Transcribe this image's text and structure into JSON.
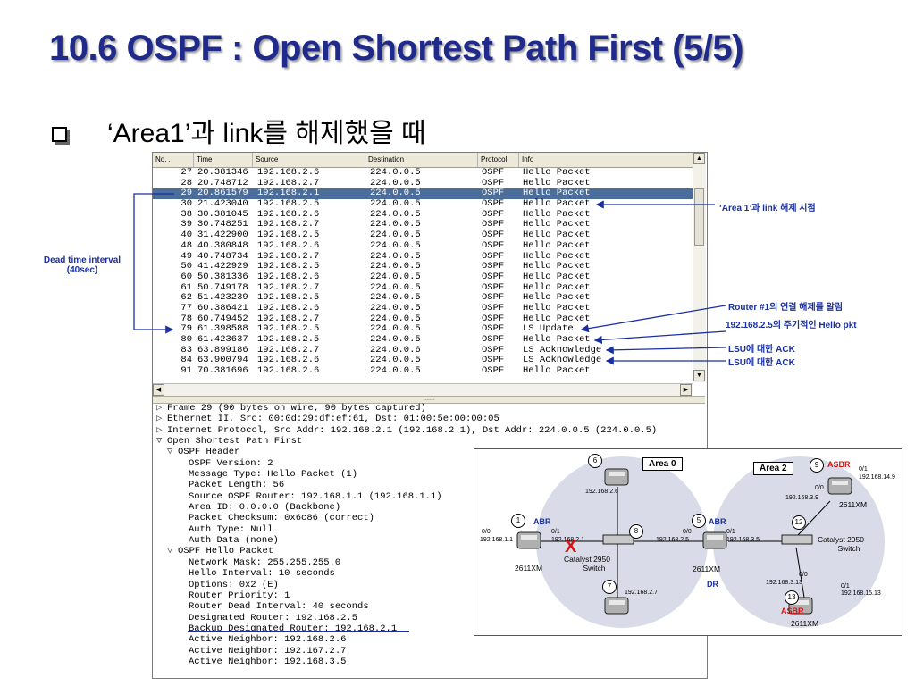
{
  "slide": {
    "title": "10.6 OSPF : Open Shortest Path First (5/5)",
    "subtitle": "‘Area1’과 link를 해제했을 때"
  },
  "packet_list": {
    "columns": [
      "No. .",
      "Time",
      "Source",
      "Destination",
      "Protocol",
      "Info"
    ],
    "rows": [
      {
        "no": "27",
        "time": "20.381346",
        "src": "192.168.2.6",
        "dst": "224.0.0.5",
        "proto": "OSPF",
        "info": "Hello Packet",
        "selected": false
      },
      {
        "no": "28",
        "time": "20.748712",
        "src": "192.168.2.7",
        "dst": "224.0.0.5",
        "proto": "OSPF",
        "info": "Hello Packet",
        "selected": false
      },
      {
        "no": "29",
        "time": "20.861579",
        "src": "192.168.2.1",
        "dst": "224.0.0.5",
        "proto": "OSPF",
        "info": "Hello Packet",
        "selected": true
      },
      {
        "no": "30",
        "time": "21.423040",
        "src": "192.168.2.5",
        "dst": "224.0.0.5",
        "proto": "OSPF",
        "info": "Hello Packet",
        "selected": false
      },
      {
        "no": "38",
        "time": "30.381045",
        "src": "192.168.2.6",
        "dst": "224.0.0.5",
        "proto": "OSPF",
        "info": "Hello Packet",
        "selected": false
      },
      {
        "no": "39",
        "time": "30.748251",
        "src": "192.168.2.7",
        "dst": "224.0.0.5",
        "proto": "OSPF",
        "info": "Hello Packet",
        "selected": false
      },
      {
        "no": "40",
        "time": "31.422900",
        "src": "192.168.2.5",
        "dst": "224.0.0.5",
        "proto": "OSPF",
        "info": "Hello Packet",
        "selected": false
      },
      {
        "no": "48",
        "time": "40.380848",
        "src": "192.168.2.6",
        "dst": "224.0.0.5",
        "proto": "OSPF",
        "info": "Hello Packet",
        "selected": false
      },
      {
        "no": "49",
        "time": "40.748734",
        "src": "192.168.2.7",
        "dst": "224.0.0.5",
        "proto": "OSPF",
        "info": "Hello Packet",
        "selected": false
      },
      {
        "no": "50",
        "time": "41.422929",
        "src": "192.168.2.5",
        "dst": "224.0.0.5",
        "proto": "OSPF",
        "info": "Hello Packet",
        "selected": false
      },
      {
        "no": "60",
        "time": "50.381336",
        "src": "192.168.2.6",
        "dst": "224.0.0.5",
        "proto": "OSPF",
        "info": "Hello Packet",
        "selected": false
      },
      {
        "no": "61",
        "time": "50.749178",
        "src": "192.168.2.7",
        "dst": "224.0.0.5",
        "proto": "OSPF",
        "info": "Hello Packet",
        "selected": false
      },
      {
        "no": "62",
        "time": "51.423239",
        "src": "192.168.2.5",
        "dst": "224.0.0.5",
        "proto": "OSPF",
        "info": "Hello Packet",
        "selected": false
      },
      {
        "no": "77",
        "time": "60.386421",
        "src": "192.168.2.6",
        "dst": "224.0.0.5",
        "proto": "OSPF",
        "info": "Hello Packet",
        "selected": false
      },
      {
        "no": "78",
        "time": "60.749452",
        "src": "192.168.2.7",
        "dst": "224.0.0.5",
        "proto": "OSPF",
        "info": "Hello Packet",
        "selected": false
      },
      {
        "no": "79",
        "time": "61.398588",
        "src": "192.168.2.5",
        "dst": "224.0.0.5",
        "proto": "OSPF",
        "info": "LS Update",
        "selected": false
      },
      {
        "no": "80",
        "time": "61.423637",
        "src": "192.168.2.5",
        "dst": "224.0.0.5",
        "proto": "OSPF",
        "info": "Hello Packet",
        "selected": false
      },
      {
        "no": "83",
        "time": "63.899186",
        "src": "192.168.2.7",
        "dst": "224.0.0.6",
        "proto": "OSPF",
        "info": "LS Acknowledge",
        "selected": false
      },
      {
        "no": "84",
        "time": "63.900794",
        "src": "192.168.2.6",
        "dst": "224.0.0.5",
        "proto": "OSPF",
        "info": "LS Acknowledge",
        "selected": false
      },
      {
        "no": "91",
        "time": "70.381696",
        "src": "192.168.2.6",
        "dst": "224.0.0.5",
        "proto": "OSPF",
        "info": "Hello Packet",
        "selected": false
      }
    ]
  },
  "packet_detail": {
    "lines": [
      {
        "tri": "▷",
        "indent": 0,
        "text": "Frame 29 (90 bytes on wire, 90 bytes captured)"
      },
      {
        "tri": "▷",
        "indent": 0,
        "text": "Ethernet II, Src: 00:0d:29:df:ef:61, Dst: 01:00:5e:00:00:05"
      },
      {
        "tri": "▷",
        "indent": 0,
        "text": "Internet Protocol, Src Addr: 192.168.2.1 (192.168.2.1), Dst Addr: 224.0.0.5 (224.0.0.5)"
      },
      {
        "tri": "▽",
        "indent": 0,
        "text": "Open Shortest Path First"
      },
      {
        "tri": "▽",
        "indent": 1,
        "text": "OSPF Header"
      },
      {
        "tri": "",
        "indent": 2,
        "text": "OSPF Version: 2"
      },
      {
        "tri": "",
        "indent": 2,
        "text": "Message Type: Hello Packet (1)"
      },
      {
        "tri": "",
        "indent": 2,
        "text": "Packet Length: 56"
      },
      {
        "tri": "",
        "indent": 2,
        "text": "Source OSPF Router: 192.168.1.1 (192.168.1.1)"
      },
      {
        "tri": "",
        "indent": 2,
        "text": "Area ID: 0.0.0.0 (Backbone)"
      },
      {
        "tri": "",
        "indent": 2,
        "text": "Packet Checksum: 0x6c86 (correct)"
      },
      {
        "tri": "",
        "indent": 2,
        "text": "Auth Type: Null"
      },
      {
        "tri": "",
        "indent": 2,
        "text": "Auth Data (none)"
      },
      {
        "tri": "▽",
        "indent": 1,
        "text": "OSPF Hello Packet"
      },
      {
        "tri": "",
        "indent": 2,
        "text": "Network Mask: 255.255.255.0"
      },
      {
        "tri": "",
        "indent": 2,
        "text": "Hello Interval: 10 seconds"
      },
      {
        "tri": "",
        "indent": 2,
        "text": "Options: 0x2 (E)"
      },
      {
        "tri": "",
        "indent": 2,
        "text": "Router Priority: 1"
      },
      {
        "tri": "",
        "indent": 2,
        "text": "Router Dead Interval: 40 seconds"
      },
      {
        "tri": "",
        "indent": 2,
        "text": "Designated Router: 192.168.2.5"
      },
      {
        "tri": "",
        "indent": 2,
        "text": "Backup Designated Router: 192.168.2.1"
      },
      {
        "tri": "",
        "indent": 2,
        "text": "Active Neighbor: 192.168.2.6"
      },
      {
        "tri": "",
        "indent": 2,
        "text": "Active Neighbor: 192.167.2.7"
      },
      {
        "tri": "",
        "indent": 2,
        "text": "Active Neighbor: 192.168.3.5"
      }
    ]
  },
  "callouts": {
    "dead_time_line1": "Dead time interval",
    "dead_time_line2": "(40sec)",
    "area1_release": "‘Area 1’과 link 해제 시점",
    "router1_notify": "Router #1의 연결 해제를 알림",
    "periodic_hello": "192.168.2.5의 주기적인 Hello pkt",
    "lsu_ack_1": "LSU에 대한 ACK",
    "lsu_ack_2": "LSU에 대한 ACK"
  },
  "topology": {
    "area0": "Area 0",
    "area2": "Area 2",
    "abr": "ABR",
    "asbr": "ASBR",
    "dr": "DR",
    "x_mark": "X",
    "nodes": {
      "n1": "1",
      "n5": "5",
      "n6": "6",
      "n7": "7",
      "n8": "8",
      "n9": "9",
      "n12": "12",
      "n13": "13"
    },
    "labels": {
      "r1_model": "2611XM",
      "r5_model": "2611XM",
      "r9_model": "2611XM",
      "r13_model": "2611XM",
      "sw8_model_1": "Catalyst 2950",
      "sw8_model_2": "Switch",
      "sw12_model_1": "Catalyst 2950",
      "sw12_model_2": "Switch",
      "ip_1_1": "192.168.1.1",
      "ip_2_1": "192.168.2.1",
      "ip_2_5": "192.168.2.5",
      "ip_2_6": "192.168.2.6",
      "ip_2_7": "192.168.2.7",
      "ip_3_5": "192.168.3.5",
      "ip_3_9": "192.168.3.9",
      "ip_3_13": "192.168.3.13",
      "ip_14_9": "192.168.14.9",
      "ip_15_13": "192.168.15.13",
      "if_r1_00": "0/0",
      "if_r1_01": "0/1",
      "if_r5_00": "0/0",
      "if_r5_01": "0/1",
      "if_r9_00": "0/0",
      "if_r9_01": "0/1",
      "if_r13_00": "0/0",
      "if_r13_01": "0/1"
    }
  },
  "colors": {
    "title": "#1f2a8a",
    "callout": "#1a2fa0",
    "asbr": "#dd1111",
    "selected_row": "#4a6d99",
    "area_fill": "#d9dce8"
  }
}
